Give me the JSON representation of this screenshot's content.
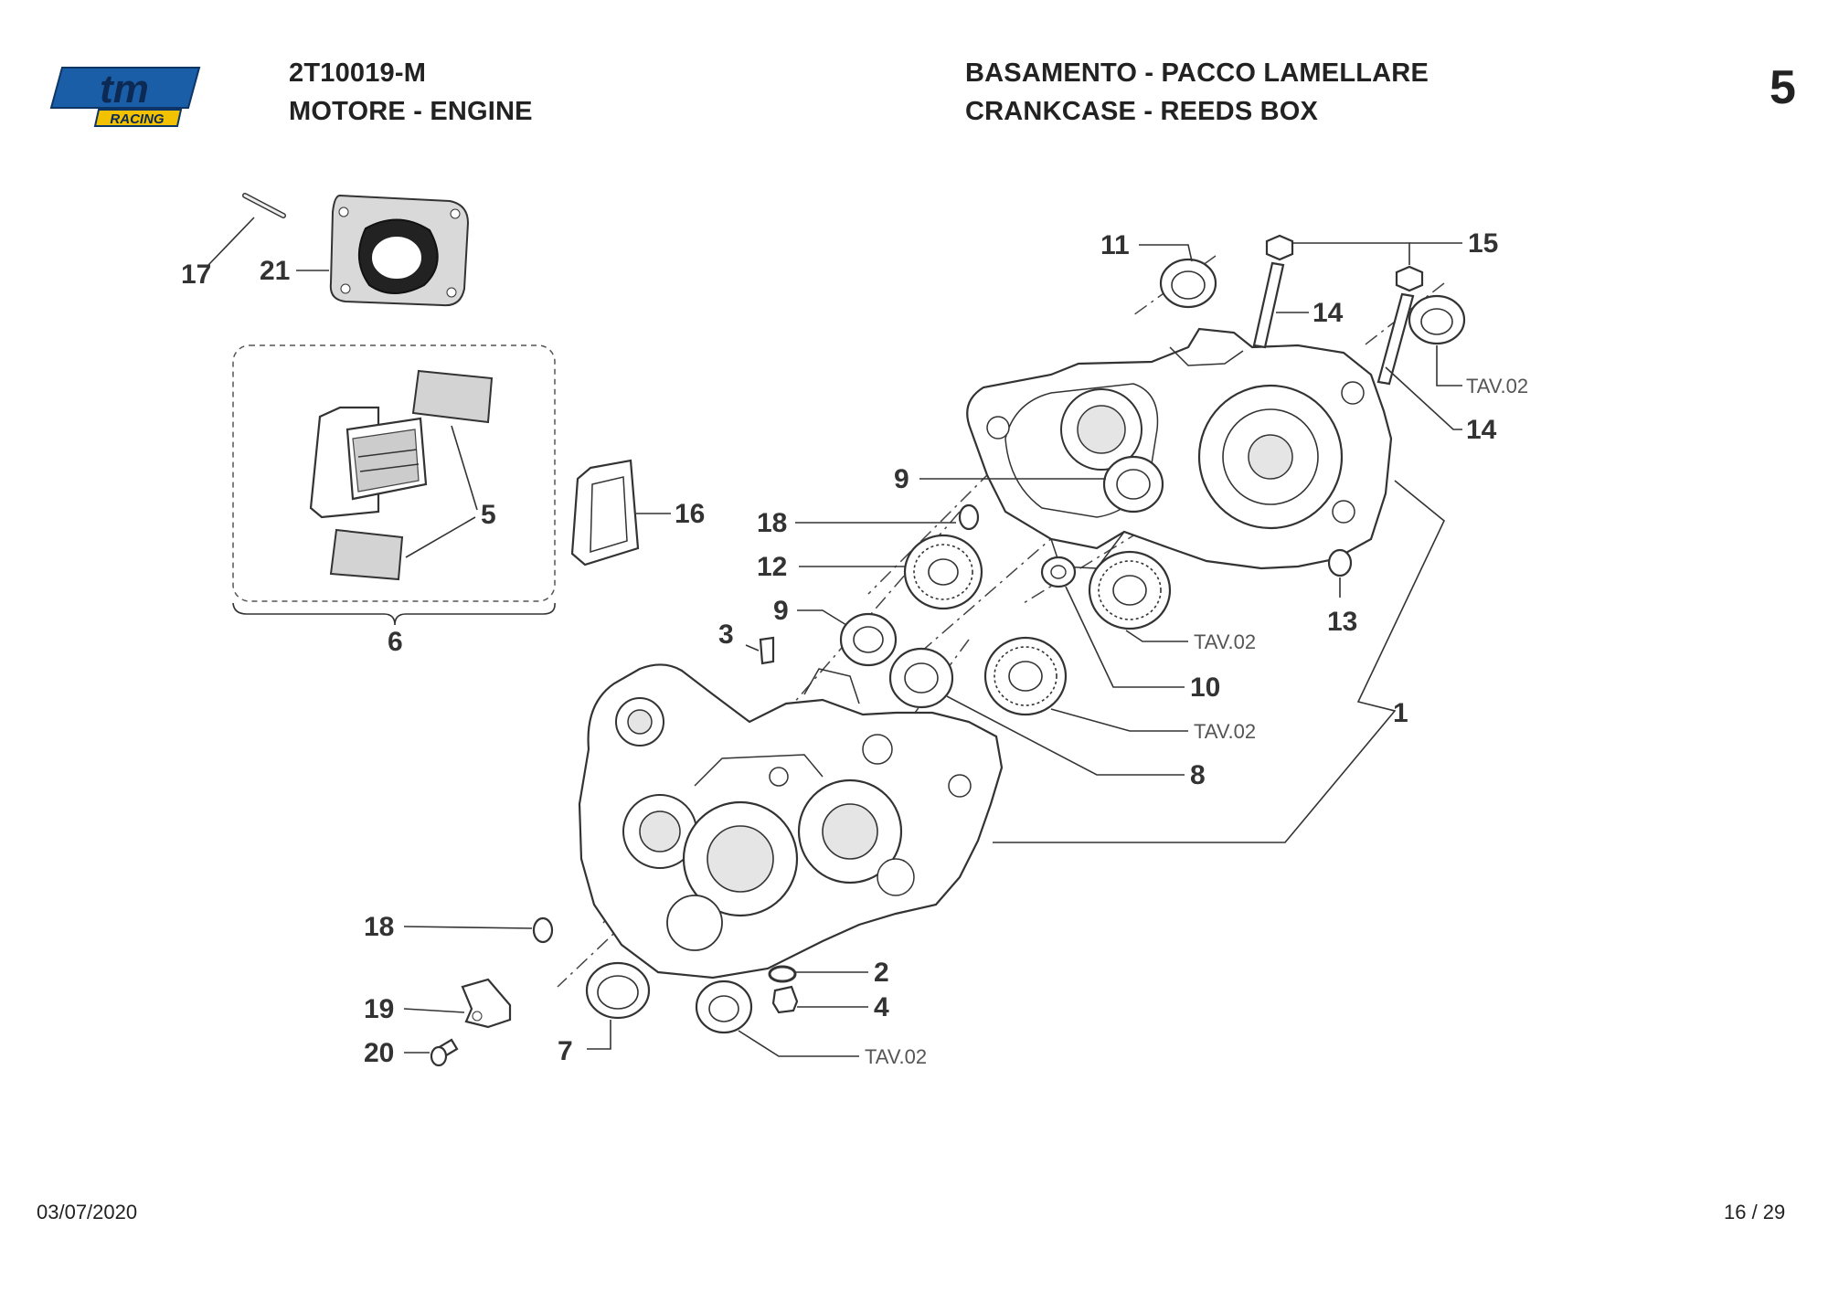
{
  "header": {
    "code": "2T10019-M",
    "group": "MOTORE - ENGINE",
    "title_it": "BASAMENTO - PACCO LAMELLARE",
    "title_en": "CRANKCASE - REEDS BOX",
    "page_number": "5"
  },
  "logo": {
    "main": "tm",
    "sub": "RACING",
    "brand_color": "#1b5ea8",
    "accent_color": "#f2c200"
  },
  "labels": {
    "p1": "1",
    "p2": "2",
    "p3": "3",
    "p4": "4",
    "p5": "5",
    "p6": "6",
    "p7": "7",
    "p8": "8",
    "p9a": "9",
    "p9b": "9",
    "p10": "10",
    "p11": "11",
    "p12": "12",
    "p13": "13",
    "p14a": "14",
    "p14b": "14",
    "p15": "15",
    "p16": "16",
    "p17": "17",
    "p18a": "18",
    "p18b": "18",
    "p19": "19",
    "p20": "20",
    "p21": "21",
    "tav1": "TAV.02",
    "tav2": "TAV.02",
    "tav3": "TAV.02",
    "tav4": "TAV.02"
  },
  "footer": {
    "date": "03/07/2020",
    "pages": "16 / 29"
  }
}
